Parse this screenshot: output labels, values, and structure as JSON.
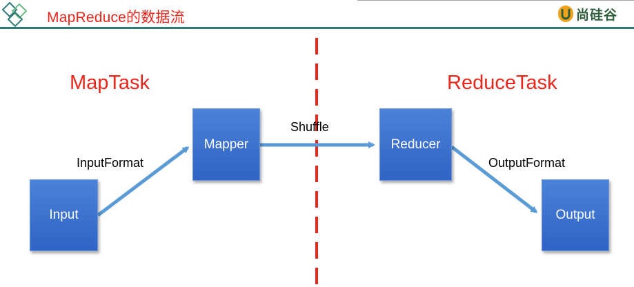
{
  "header": {
    "title": "MapReduce的数据流",
    "brand_text": "尚硅谷",
    "accent_color": "#e8261b",
    "line_color": "#2f7a74"
  },
  "diagram": {
    "map_section_label": "MapTask",
    "reduce_section_label": "ReduceTask",
    "nodes": {
      "input": "Input",
      "mapper": "Mapper",
      "reducer": "Reducer",
      "output": "Output"
    },
    "edges": {
      "input_to_mapper": "InputFormat",
      "mapper_to_reducer": "Shuffle",
      "reducer_to_output": "OutputFormat"
    },
    "box_color": "#3a6fd0",
    "arrow_color": "#5b9bd5",
    "divider_color": "#e8261b"
  }
}
